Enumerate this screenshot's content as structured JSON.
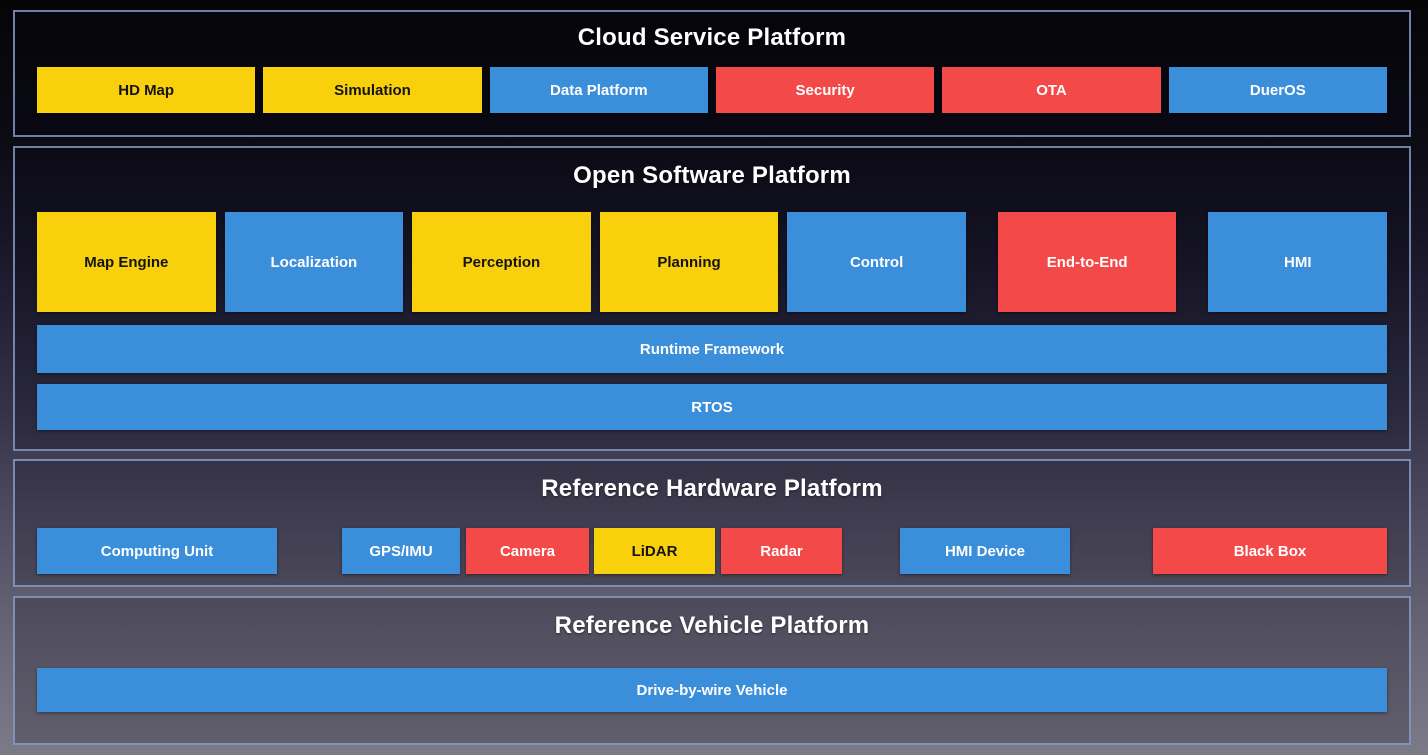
{
  "palette": {
    "yellow": "#F8D00C",
    "blue": "#3A8EDA",
    "red": "#F34949",
    "yellow_text": "#141414",
    "light_text": "#FFFFFF",
    "border": "#8AA0CD"
  },
  "sections": {
    "cloud": {
      "title": "Cloud Service Platform",
      "items": [
        {
          "label": "HD Map",
          "color": "yellow"
        },
        {
          "label": "Simulation",
          "color": "yellow"
        },
        {
          "label": "Data Platform",
          "color": "blue"
        },
        {
          "label": "Security",
          "color": "red"
        },
        {
          "label": "OTA",
          "color": "red"
        },
        {
          "label": "DuerOS",
          "color": "blue"
        }
      ]
    },
    "software": {
      "title": "Open Software Platform",
      "modules": [
        {
          "label": "Map Engine",
          "color": "yellow"
        },
        {
          "label": "Localization",
          "color": "blue"
        },
        {
          "label": "Perception",
          "color": "yellow"
        },
        {
          "label": "Planning",
          "color": "yellow"
        },
        {
          "label": "Control",
          "color": "blue"
        },
        {
          "label": "End-to-End",
          "color": "red"
        },
        {
          "label": "HMI",
          "color": "blue"
        }
      ],
      "runtime": {
        "label": "Runtime Framework",
        "color": "blue"
      },
      "rtos": {
        "label": "RTOS",
        "color": "blue"
      }
    },
    "hardware": {
      "title": "Reference Hardware Platform",
      "items": [
        {
          "label": "Computing Unit",
          "color": "blue"
        },
        {
          "label": "GPS/IMU",
          "color": "blue"
        },
        {
          "label": "Camera",
          "color": "red"
        },
        {
          "label": "LiDAR",
          "color": "yellow"
        },
        {
          "label": "Radar",
          "color": "red"
        },
        {
          "label": "HMI Device",
          "color": "blue"
        },
        {
          "label": "Black Box",
          "color": "red"
        }
      ]
    },
    "vehicle": {
      "title": "Reference Vehicle Platform",
      "items": [
        {
          "label": "Drive-by-wire Vehicle",
          "color": "blue"
        }
      ]
    }
  }
}
